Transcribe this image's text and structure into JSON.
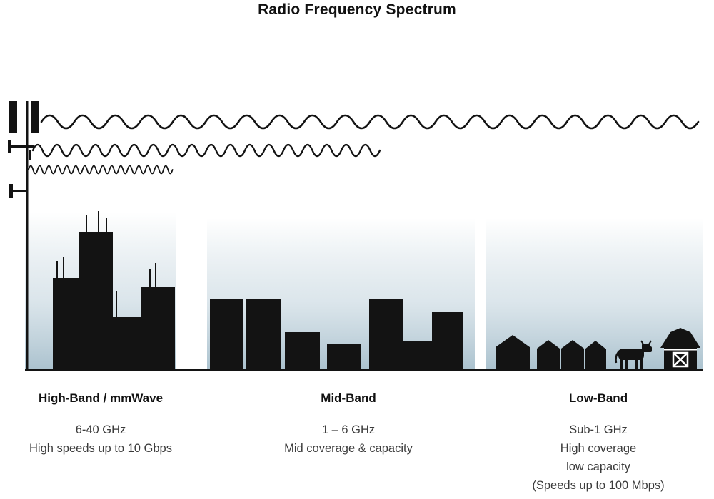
{
  "title": "Radio Frequency Spectrum",
  "bands": [
    {
      "label": "High-Band / mmWave",
      "lines": [
        "6-40 GHz",
        "High speeds up to 10 Gbps"
      ]
    },
    {
      "label": "Mid-Band",
      "lines": [
        "1 – 6 GHz",
        "Mid coverage & capacity"
      ]
    },
    {
      "label": "Low-Band",
      "lines": [
        "Sub-1 GHz",
        "High coverage",
        "low capacity",
        "(Speeds up to 100 Mbps)"
      ]
    }
  ],
  "colors": {
    "silhouette": "#131313",
    "sky_bottom": "#a7bfcc",
    "text": "#3b3b3b",
    "heading": "#111111"
  }
}
